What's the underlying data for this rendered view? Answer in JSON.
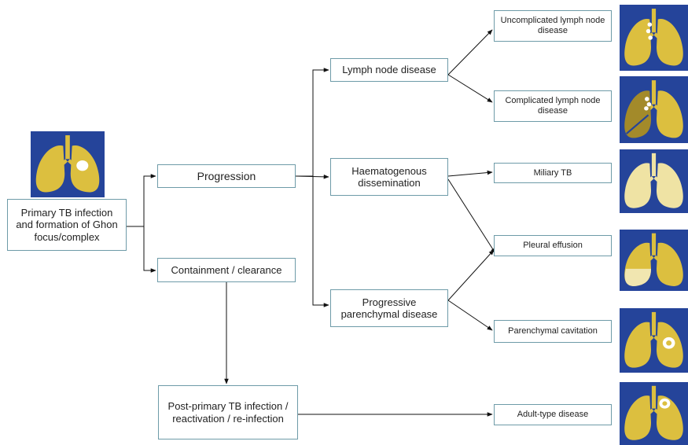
{
  "colors": {
    "box_border": "#6e9ba8",
    "lung_background": "#25449a",
    "lung_fill": "#dcbf3f",
    "arrow": "#111111"
  },
  "nodes": {
    "primary": "Primary TB infection and formation of Ghon focus/complex",
    "progression": "Progression",
    "containment": "Containment / clearance",
    "post_primary": "Post-primary TB infection / reactivation / re-infection",
    "lymph_node": "Lymph node disease",
    "haematogenous": "Haematogenous dissemination",
    "parenchymal": "Progressive parenchymal disease",
    "uncomplicated_lymph": "Uncomplicated lymph node disease",
    "complicated_lymph": "Complicated lymph node disease",
    "miliary": "Miliary TB",
    "pleural": "Pleural effusion",
    "cavitation": "Parenchymal cavitation",
    "adult_type": "Adult-type disease"
  },
  "icons": {
    "primary": "lungs-ghon-focus-icon",
    "uncomplicated_lymph": "lungs-hilar-nodes-icon",
    "complicated_lymph": "lungs-compressed-airway-icon",
    "miliary": "lungs-miliary-icon",
    "pleural": "lungs-pleural-effusion-icon",
    "cavitation": "lungs-cavity-icon",
    "adult_type": "lungs-apical-cavity-icon"
  },
  "edges": [
    [
      "primary",
      "progression"
    ],
    [
      "primary",
      "containment"
    ],
    [
      "containment",
      "post_primary"
    ],
    [
      "progression",
      "lymph_node"
    ],
    [
      "progression",
      "haematogenous"
    ],
    [
      "progression",
      "parenchymal"
    ],
    [
      "lymph_node",
      "uncomplicated_lymph"
    ],
    [
      "lymph_node",
      "complicated_lymph"
    ],
    [
      "haematogenous",
      "miliary"
    ],
    [
      "haematogenous",
      "pleural"
    ],
    [
      "parenchymal",
      "pleural"
    ],
    [
      "parenchymal",
      "cavitation"
    ],
    [
      "post_primary",
      "adult_type"
    ]
  ]
}
